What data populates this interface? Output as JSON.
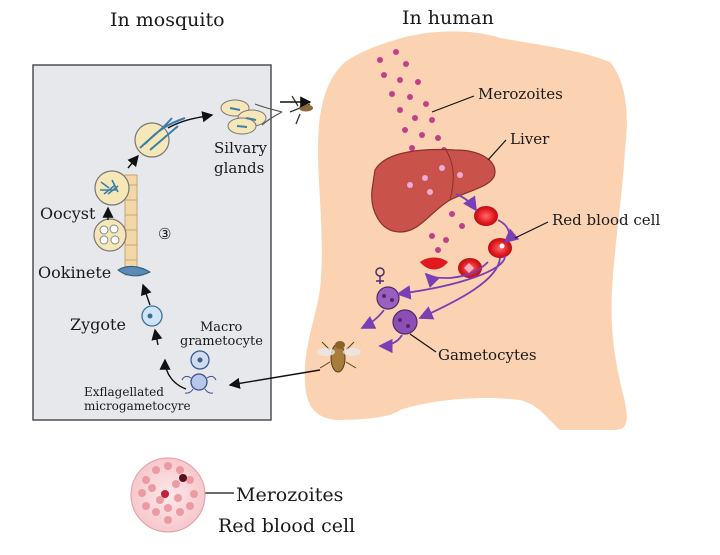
{
  "headers": {
    "mosquito": "In mosquito",
    "human": "In human"
  },
  "mosquito_stages": {
    "silvary_glands_line1": "Silvary",
    "silvary_glands_line2": "glands",
    "oocyst": "Oocyst",
    "ookinete": "Ookinete",
    "zygote": "Zygote",
    "macro_line1": "Macro",
    "macro_line2": "grametocyte",
    "exflag_line1": "Exflagellated",
    "exflag_line2": "microgametocyre",
    "step_marker": "③"
  },
  "human_stages": {
    "merozoites": "Merozoites",
    "liver": "Liver",
    "red_blood_cell": "Red blood cell",
    "gametocytes": "Gametocytes"
  },
  "blood_smear": {
    "merozoites": "Merozoites",
    "red_blood_cell": "Red blood cell"
  },
  "colors": {
    "skin": "#fbd3b2",
    "panel": "#e7e8ec",
    "liver": "#c9524a",
    "rbc": "#e0191f",
    "arrow_purple": "#7a3fb5",
    "merozoite": "#c2408a"
  }
}
